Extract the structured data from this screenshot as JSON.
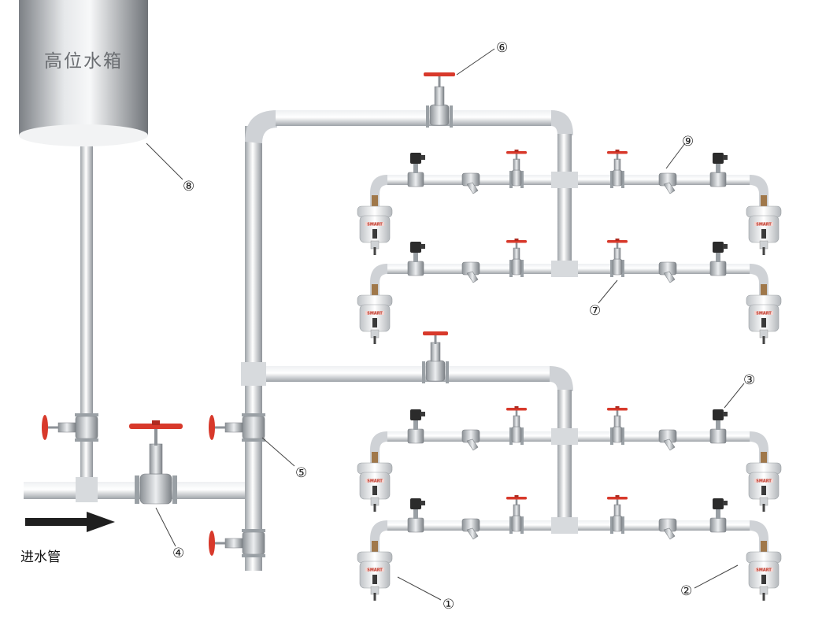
{
  "tank": {
    "label": "高位水箱"
  },
  "inlet": {
    "label": "进水管"
  },
  "callouts": [
    {
      "id": "c1",
      "text": "①"
    },
    {
      "id": "c2",
      "text": "②"
    },
    {
      "id": "c3",
      "text": "③"
    },
    {
      "id": "c4",
      "text": "④"
    },
    {
      "id": "c5",
      "text": "⑤"
    },
    {
      "id": "c6",
      "text": "⑥"
    },
    {
      "id": "c7",
      "text": "⑦"
    },
    {
      "id": "c8",
      "text": "⑧"
    },
    {
      "id": "c9",
      "text": "⑨"
    }
  ],
  "colors": {
    "pipe": "#c9ccd0",
    "valve_handwheel": "#d8392b",
    "solenoid": "#2b2b2b",
    "arrow": "#1f1f1f"
  },
  "icons": {
    "gate_valve": "gate-valve-icon",
    "strainer": "y-strainer-icon",
    "solenoid_valve": "solenoid-valve-icon",
    "meter": "water-meter-icon",
    "flow_arrow": "flow-arrow-icon"
  }
}
